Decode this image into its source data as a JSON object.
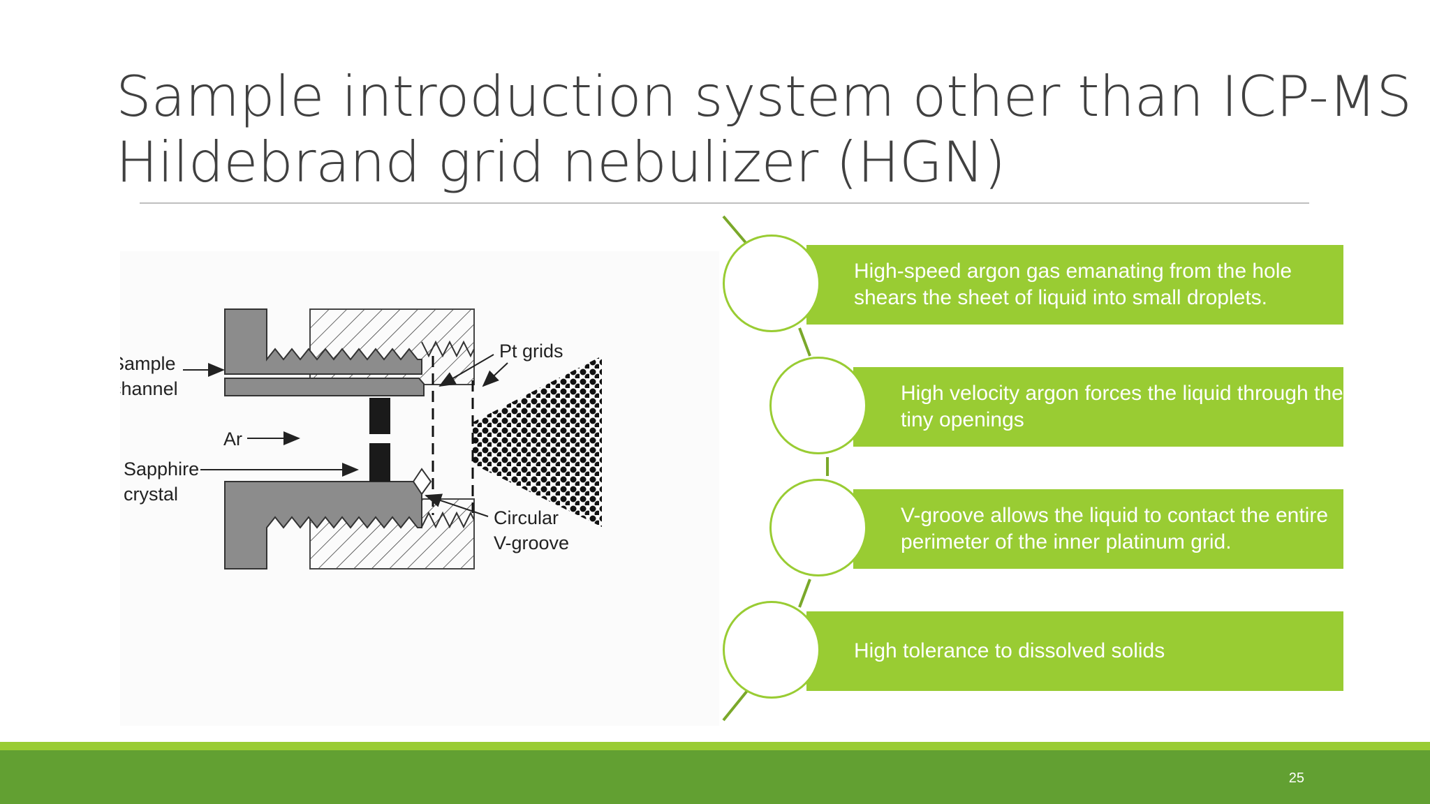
{
  "slide": {
    "title_line1": "Sample introduction system other than ICP-MS",
    "title_line2": "Hildebrand grid nebulizer (HGN)",
    "page_number": "25"
  },
  "diagram": {
    "labels": {
      "sample_channel_1": "Sample",
      "sample_channel_2": "channel",
      "ar": "Ar",
      "sapphire_1": "Sapphire",
      "sapphire_2": "crystal",
      "pt_grids": "Pt grids",
      "vgroove_1": "Circular",
      "vgroove_2": "V-groove"
    }
  },
  "steps": [
    {
      "text": "High-speed argon gas emanating from the hole shears the sheet of liquid into small droplets."
    },
    {
      "text": "High velocity argon forces the liquid through the tiny openings"
    },
    {
      "text": "V-groove allows the liquid to contact the entire perimeter of the inner platinum grid."
    },
    {
      "text": "High tolerance to dissolved solids"
    }
  ],
  "colors": {
    "accent_green": "#99cc33",
    "footer_dark_green": "#62a032",
    "title_gray": "#404040"
  }
}
